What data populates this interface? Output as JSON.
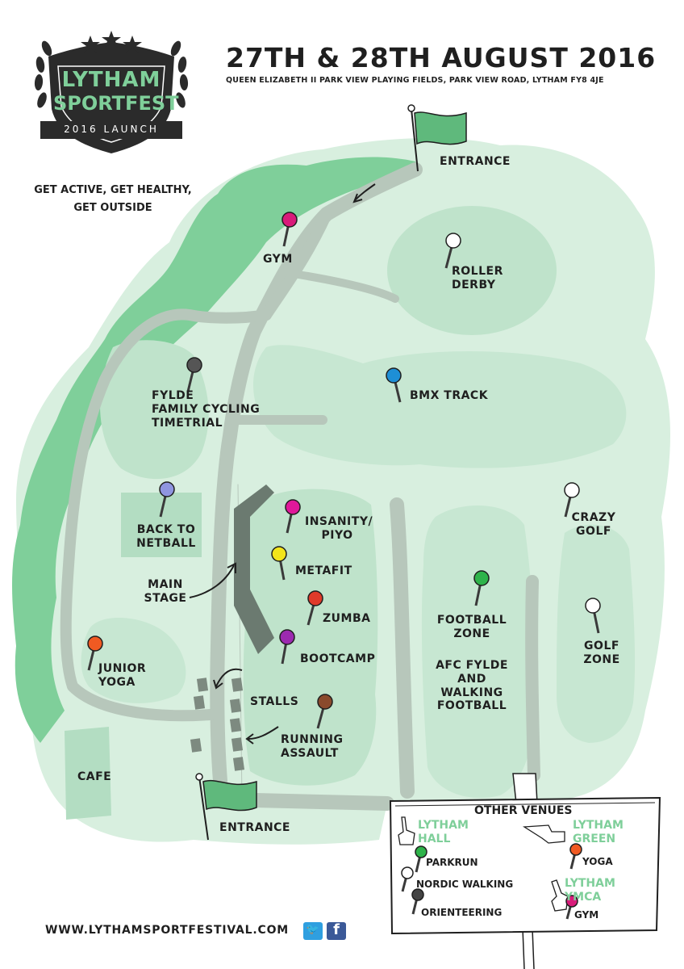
{
  "header": {
    "date": "27TH & 28TH AUGUST 2016",
    "venue_address": "QUEEN ELIZABETH II PARK VIEW PLAYING FIELDS, PARK VIEW ROAD, LYTHAM  FY8 4JE"
  },
  "logo": {
    "line1": "LYTHAM",
    "line2": "SPORTFEST",
    "line3": "2016 LAUNCH"
  },
  "tagline": {
    "line1": "GET ACTIVE, GET HEALTHY,",
    "line2": "GET OUTSIDE"
  },
  "map_labels": {
    "entrance_top": "ENTRANCE",
    "entrance_bottom": "ENTRANCE",
    "gym": "GYM",
    "roller_derby": [
      "ROLLER",
      "DERBY"
    ],
    "bmx_track": "BMX TRACK",
    "fylde_cycling": [
      "FYLDE",
      "FAMILY CYCLING",
      "TIMETRIAL"
    ],
    "back_to_netball": [
      "BACK TO",
      "NETBALL"
    ],
    "insanity_piyo": [
      "INSANITY/",
      "PIYO"
    ],
    "metafit": "METAFIT",
    "zumba": "ZUMBA",
    "bootcamp": "BOOTCAMP",
    "main_stage": [
      "MAIN",
      "STAGE"
    ],
    "stalls": "STALLS",
    "running_assault": [
      "RUNNING",
      "ASSAULT"
    ],
    "junior_yoga": [
      "JUNIOR",
      "YOGA"
    ],
    "cafe": "CAFE",
    "football_zone": [
      "FOOTBALL",
      "ZONE"
    ],
    "afc_fylde": [
      "AFC FYLDE",
      "AND",
      "WALKING",
      "FOOTBALL"
    ],
    "crazy_golf": [
      "CRAZY",
      "GOLF"
    ],
    "golf_zone": [
      "GOLF",
      "ZONE"
    ]
  },
  "other_venues": {
    "title": "OTHER VENUES",
    "lytham_hall": [
      "LYTHAM",
      "HALL"
    ],
    "lytham_green": [
      "LYTHAM",
      "GREEN"
    ],
    "lytham_ymca": [
      "LYTHAM",
      "YMCA"
    ],
    "parkrun": "PARKRUN",
    "nordic_walking": "NORDIC WALKING",
    "orienteering": "ORIENTEERING",
    "yoga": "YOGA",
    "gym": "GYM"
  },
  "footer": {
    "website": "WWW.LYTHAMSPORTFESTIVAL.COM",
    "twitter_glyph": "🐦",
    "facebook_glyph": "f"
  },
  "colors": {
    "park_light": "#d8efdf",
    "park_mid": "#bfe3cb",
    "trees": "#7fcf9a",
    "path": "#b7c7bb",
    "stage": "#6b7a70",
    "ink": "#1f1f1f"
  },
  "pin_colors": {
    "gym": "#d81b7a",
    "roller_derby": "#ffffff",
    "bmx_track": "#1e8fd6",
    "fylde_cycling": "#555555",
    "back_to_netball": "#8f95e0",
    "insanity_piyo": "#e0189a",
    "metafit": "#f3e51b",
    "zumba": "#e03a2a",
    "bootcamp": "#9c2ab0",
    "running_assault": "#8a4a2c",
    "junior_yoga": "#f05a22",
    "football_zone": "#2eb34a",
    "crazy_golf": "#ffffff",
    "golf_zone": "#ffffff",
    "parkrun": "#2eb34a",
    "nordic_walking": "#ffffff",
    "orienteering": "#444444",
    "yoga": "#f05a22",
    "ymca_gym": "#d81b7a"
  }
}
